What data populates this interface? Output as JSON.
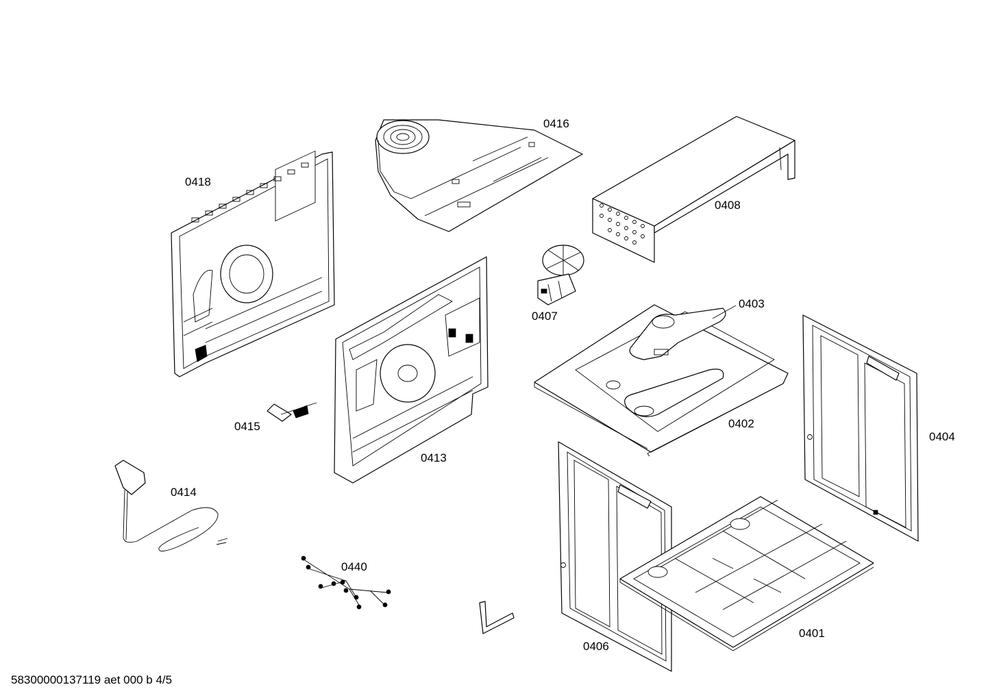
{
  "labels": {
    "p0416": "0416",
    "p0418": "0418",
    "p0408": "0408",
    "p0407": "0407",
    "p0403": "0403",
    "p0402": "0402",
    "p0404": "0404",
    "p0415": "0415",
    "p0413": "0413",
    "p0414": "0414",
    "p0440": "0440",
    "p0406": "0406",
    "p0401": "0401"
  },
  "footer": {
    "code": "58300000137119 aet 000 b 4/5"
  }
}
